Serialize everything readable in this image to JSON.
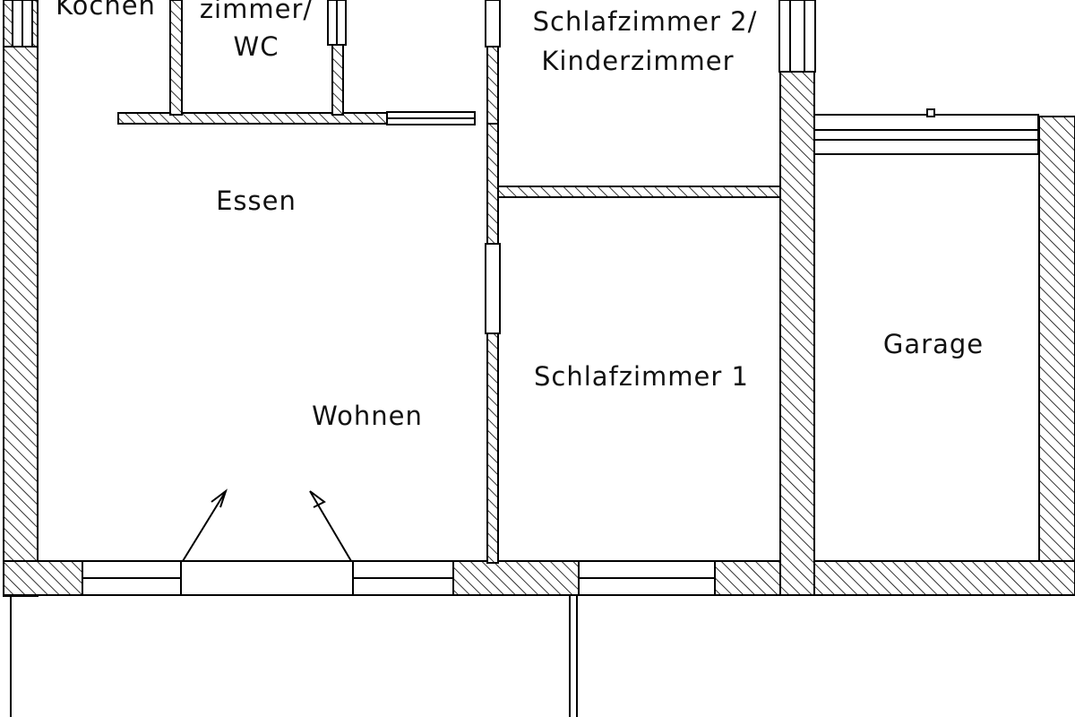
{
  "rooms": {
    "kitchen": "Kochen",
    "bath_line1": "zimmer/",
    "bath_line2": "WC",
    "bedroom2_line1": "Schlafzimmer 2/",
    "bedroom2_line2": "Kinderzimmer",
    "dining": "Essen",
    "living": "Wohnen",
    "bedroom1": "Schlafzimmer 1",
    "garage": "Garage"
  },
  "colors": {
    "line": "#000000",
    "background": "#ffffff"
  }
}
